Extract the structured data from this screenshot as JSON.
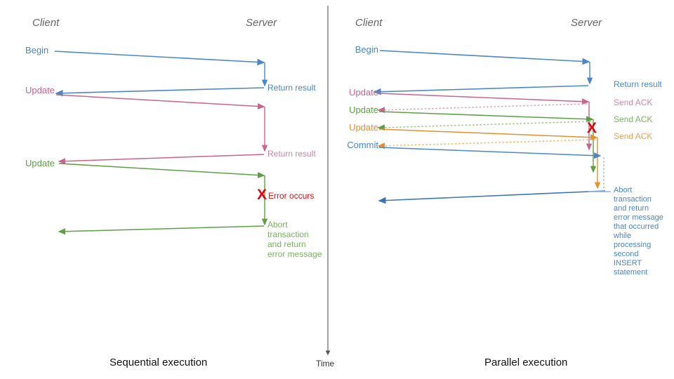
{
  "colors": {
    "blue": "#4a86c8",
    "blue_dark": "#3d74b8",
    "pink": "#c9638f",
    "pink_light": "#dba0bd",
    "green": "#5f9e47",
    "green_light": "#9cc97f",
    "orange": "#e3912f",
    "orange_light": "#f0b86a",
    "red": "#e8000d",
    "gray": "#666666",
    "axis": "#555555"
  },
  "axis": {
    "label": "Time"
  },
  "left_panel": {
    "caption": "Sequential execution",
    "header_client": "Client",
    "header_server": "Server",
    "client_labels": [
      {
        "text": "Begin",
        "color": "blue"
      },
      {
        "text": "Update",
        "color": "pink"
      },
      {
        "text": "Update",
        "color": "green"
      }
    ],
    "server_labels": [
      {
        "text": "Return result",
        "color": "blue"
      },
      {
        "text": "Return result",
        "color": "pink"
      },
      {
        "text": "Error occurs",
        "color": "red"
      }
    ],
    "error_marker": "X",
    "abort_note": "Abort\ntransaction\nand return\nerror message",
    "abort_note_color": "green"
  },
  "right_panel": {
    "caption": "Parallel execution",
    "header_client": "Client",
    "header_server": "Server",
    "client_labels": [
      {
        "text": "Begin",
        "color": "blue"
      },
      {
        "text": "Update",
        "color": "pink"
      },
      {
        "text": "Update",
        "color": "green"
      },
      {
        "text": "Update",
        "color": "orange"
      },
      {
        "text": "Commit",
        "color": "blue"
      }
    ],
    "server_labels": [
      {
        "text": "Return result",
        "color": "blue"
      },
      {
        "text": "Send ACK",
        "color": "pink"
      },
      {
        "text": "Send ACK",
        "color": "green"
      },
      {
        "text": "Send ACK",
        "color": "orange"
      }
    ],
    "error_marker": "X",
    "abort_note": "Abort\ntransaction\nand return\nerror message\nthat occurred\nwhile\nprocessing\nsecond\nINSERT\nstatement",
    "abort_note_color": "blue"
  }
}
